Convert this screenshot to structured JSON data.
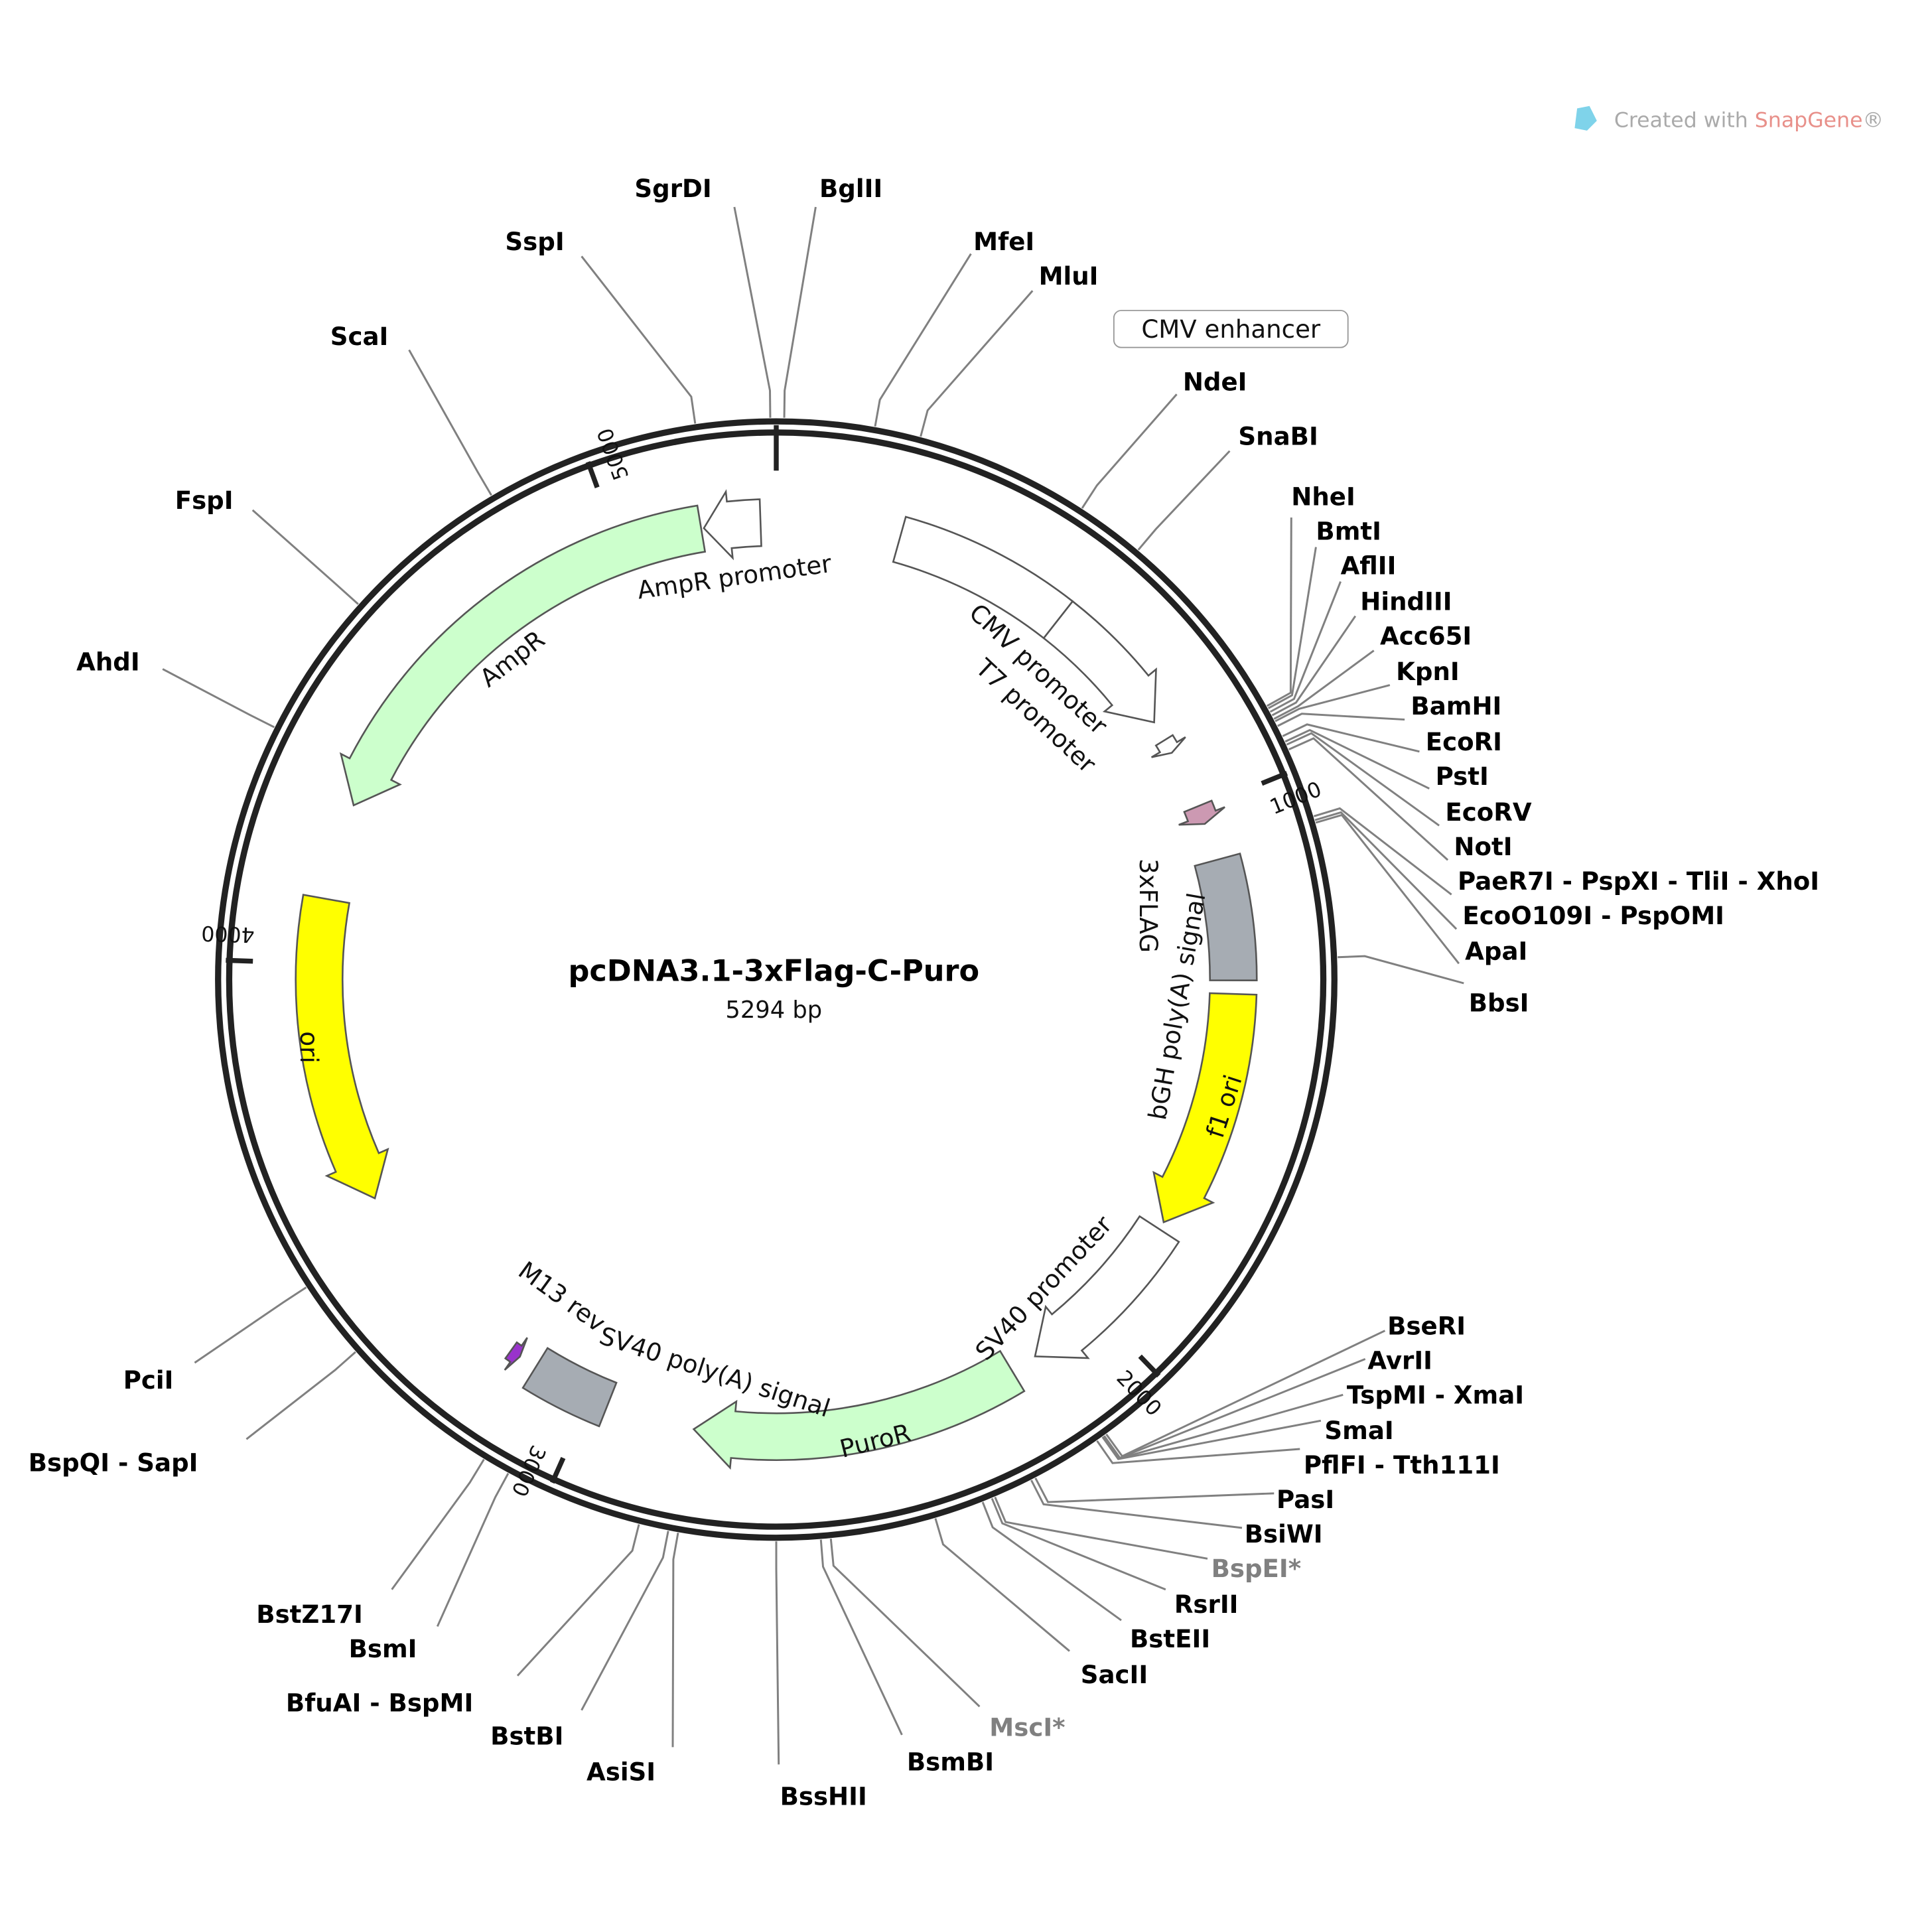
{
  "plasmid": {
    "name": "pcDNA3.1-3xFlag-C-Puro",
    "length_label": "5294 bp",
    "length": 5294
  },
  "watermark": {
    "prefix": "Created with ",
    "brand": "SnapGene",
    "suffix": "®",
    "brand_color": "#e8908a"
  },
  "ticks": [
    {
      "bp": 1000,
      "label": "1000"
    },
    {
      "bp": 2000,
      "label": "2000"
    },
    {
      "bp": 3000,
      "label": "3000"
    },
    {
      "bp": 4000,
      "label": "4000"
    },
    {
      "bp": 5000,
      "label": "5000"
    }
  ],
  "features": [
    {
      "name": "CMV enhancer",
      "start": 230,
      "end": 560,
      "direction": "none",
      "color": "#ffffff",
      "boxed": true
    },
    {
      "name": "CMV promoter",
      "start": 560,
      "end": 820,
      "direction": "forward",
      "color": "#ffffff"
    },
    {
      "name": "T7 promoter",
      "start": 858,
      "end": 885,
      "direction": "forward",
      "color": "#ffffff"
    },
    {
      "name": "3xFLAG",
      "start": 995,
      "end": 1030,
      "direction": "forward",
      "color": "#cc99b2"
    },
    {
      "name": "bGH poly(A) signal",
      "start": 1100,
      "end": 1325,
      "direction": "none",
      "color": "#a6acb3"
    },
    {
      "name": "f1 ori",
      "start": 1350,
      "end": 1795,
      "direction": "forward",
      "color": "#ffff00"
    },
    {
      "name": "SV40 promoter",
      "start": 1810,
      "end": 2140,
      "direction": "forward",
      "color": "#ffffff"
    },
    {
      "name": "PuroR",
      "start": 2190,
      "end": 2800,
      "direction": "forward",
      "color": "#ccffcc"
    },
    {
      "name": "SV40 poly(A) signal",
      "start": 2965,
      "end": 3115,
      "direction": "none",
      "color": "#a6acb3"
    },
    {
      "name": "M13 rev",
      "start": 3150,
      "end": 3170,
      "direction": "reverse",
      "color": "#9933cc"
    },
    {
      "name": "ori",
      "start": 3550,
      "end": 4120,
      "direction": "reverse",
      "color": "#ffff00"
    },
    {
      "name": "AmpR",
      "start": 4300,
      "end": 5155,
      "direction": "reverse",
      "color": "#ccffcc"
    },
    {
      "name": "AmpR promoter",
      "start": 5160,
      "end": 5265,
      "direction": "reverse",
      "color": "#ffffff"
    }
  ],
  "enzymes": [
    {
      "name": "SgrDI",
      "bp": 5285
    },
    {
      "name": "BglII",
      "bp": 12
    },
    {
      "name": "SspI",
      "bp": 5172
    },
    {
      "name": "MfeI",
      "bp": 149
    },
    {
      "name": "MluI",
      "bp": 219
    },
    {
      "name": "ScaI",
      "bp": 4846
    },
    {
      "name": "NdeI",
      "bp": 485
    },
    {
      "name": "SnaBI",
      "bp": 590
    },
    {
      "name": "NheI",
      "bp": 895
    },
    {
      "name": "BmtI",
      "bp": 899
    },
    {
      "name": "AflII",
      "bp": 905
    },
    {
      "name": "HindIII",
      "bp": 911
    },
    {
      "name": "Acc65I",
      "bp": 917
    },
    {
      "name": "KpnI",
      "bp": 921
    },
    {
      "name": "BamHI",
      "bp": 929
    },
    {
      "name": "EcoRI",
      "bp": 946
    },
    {
      "name": "PstI",
      "bp": 955
    },
    {
      "name": "EcoRV",
      "bp": 960
    },
    {
      "name": "NotI",
      "bp": 968
    },
    {
      "name": "PaeR7I - PspXI - TliI - XhoI",
      "bp": 1075
    },
    {
      "name": "EcoO109I - PspOMI",
      "bp": 1081
    },
    {
      "name": "ApaI",
      "bp": 1085
    },
    {
      "name": "BbsI",
      "bp": 1290
    },
    {
      "name": "FspI",
      "bp": 4587
    },
    {
      "name": "AhdI",
      "bp": 4363
    },
    {
      "name": "PciI",
      "bp": 3482
    },
    {
      "name": "BspQI - SapI",
      "bp": 3360
    },
    {
      "name": "BstZ17I",
      "bp": 3108
    },
    {
      "name": "BsmI",
      "bp": 3066
    },
    {
      "name": "BfuAI - BspMI",
      "bp": 2855
    },
    {
      "name": "BstBI",
      "bp": 2810
    },
    {
      "name": "AsiSI",
      "bp": 2795
    },
    {
      "name": "BssHII",
      "bp": 2647
    },
    {
      "name": "BsmBI",
      "bp": 2580
    },
    {
      "name": "MscI*",
      "bp": 2565,
      "gray": true
    },
    {
      "name": "SacII",
      "bp": 2405
    },
    {
      "name": "BstEII",
      "bp": 2330
    },
    {
      "name": "RsrII",
      "bp": 2315
    },
    {
      "name": "BspEI*",
      "bp": 2310,
      "gray": true
    },
    {
      "name": "BsiWI",
      "bp": 2250
    },
    {
      "name": "PasI",
      "bp": 2243
    },
    {
      "name": "PflFI - Tth111I",
      "bp": 2135
    },
    {
      "name": "SmaI",
      "bp": 2125
    },
    {
      "name": "TspMI - XmaI",
      "bp": 2124
    },
    {
      "name": "AvrII",
      "bp": 2122
    },
    {
      "name": "BseRI",
      "bp": 2118
    }
  ]
}
